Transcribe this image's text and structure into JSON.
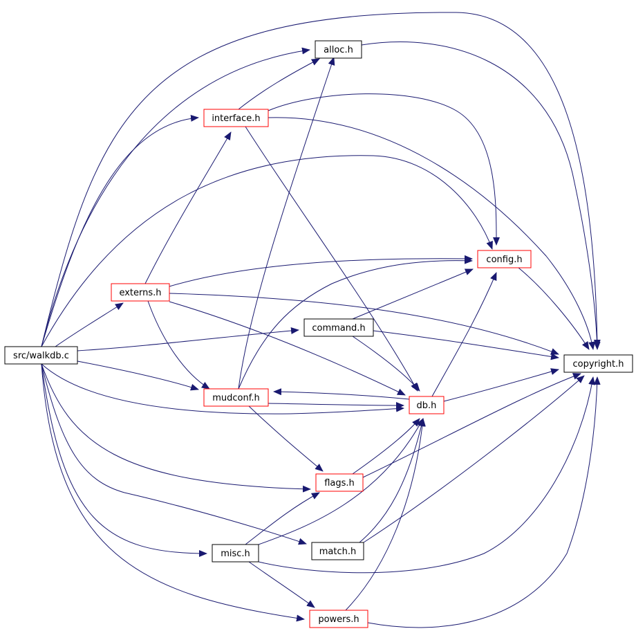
{
  "nodes": [
    {
      "id": "walkdb",
      "label": "src/walkdb.c",
      "kind": "root"
    },
    {
      "id": "alloc",
      "label": "alloc.h",
      "kind": "plain"
    },
    {
      "id": "interface",
      "label": "interface.h",
      "kind": "linked"
    },
    {
      "id": "config",
      "label": "config.h",
      "kind": "linked"
    },
    {
      "id": "externs",
      "label": "externs.h",
      "kind": "linked"
    },
    {
      "id": "command",
      "label": "command.h",
      "kind": "plain"
    },
    {
      "id": "copyright",
      "label": "copyright.h",
      "kind": "plain"
    },
    {
      "id": "mudconf",
      "label": "mudconf.h",
      "kind": "linked"
    },
    {
      "id": "db",
      "label": "db.h",
      "kind": "linked"
    },
    {
      "id": "flags",
      "label": "flags.h",
      "kind": "linked"
    },
    {
      "id": "match",
      "label": "match.h",
      "kind": "plain"
    },
    {
      "id": "misc",
      "label": "misc.h",
      "kind": "plain"
    },
    {
      "id": "powers",
      "label": "powers.h",
      "kind": "linked"
    }
  ],
  "edges": [
    [
      "walkdb",
      "alloc"
    ],
    [
      "walkdb",
      "interface"
    ],
    [
      "walkdb",
      "config"
    ],
    [
      "walkdb",
      "externs"
    ],
    [
      "walkdb",
      "command"
    ],
    [
      "walkdb",
      "copyright"
    ],
    [
      "walkdb",
      "mudconf"
    ],
    [
      "walkdb",
      "db"
    ],
    [
      "walkdb",
      "flags"
    ],
    [
      "walkdb",
      "match"
    ],
    [
      "walkdb",
      "misc"
    ],
    [
      "walkdb",
      "powers"
    ],
    [
      "alloc",
      "copyright"
    ],
    [
      "interface",
      "alloc"
    ],
    [
      "interface",
      "config"
    ],
    [
      "interface",
      "copyright"
    ],
    [
      "interface",
      "db"
    ],
    [
      "config",
      "copyright"
    ],
    [
      "externs",
      "interface"
    ],
    [
      "externs",
      "config"
    ],
    [
      "externs",
      "copyright"
    ],
    [
      "externs",
      "mudconf"
    ],
    [
      "externs",
      "db"
    ],
    [
      "command",
      "config"
    ],
    [
      "command",
      "copyright"
    ],
    [
      "command",
      "db"
    ],
    [
      "mudconf",
      "alloc"
    ],
    [
      "mudconf",
      "config"
    ],
    [
      "mudconf",
      "db"
    ],
    [
      "mudconf",
      "flags"
    ],
    [
      "db",
      "mudconf"
    ],
    [
      "db",
      "config"
    ],
    [
      "db",
      "copyright"
    ],
    [
      "flags",
      "db"
    ],
    [
      "flags",
      "copyright"
    ],
    [
      "match",
      "db"
    ],
    [
      "match",
      "copyright"
    ],
    [
      "misc",
      "flags"
    ],
    [
      "misc",
      "db"
    ],
    [
      "misc",
      "copyright"
    ],
    [
      "misc",
      "powers"
    ],
    [
      "powers",
      "db"
    ],
    [
      "powers",
      "copyright"
    ]
  ],
  "colors": {
    "edge": "#191970",
    "root_fill": "#bfbfbf",
    "linked_border": "#ff0000",
    "plain_border": "#000000"
  }
}
